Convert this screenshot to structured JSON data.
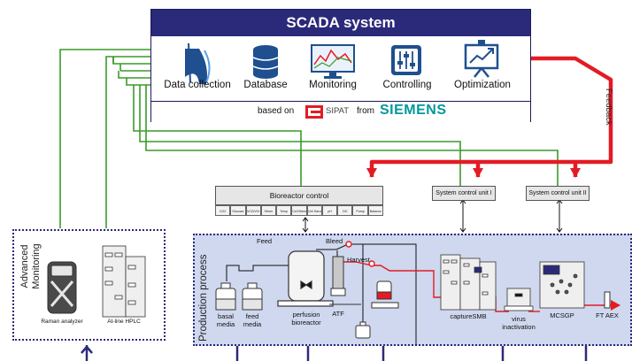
{
  "scada": {
    "title": "SCADA system",
    "steps": [
      {
        "label": "Data collection",
        "icon": "funnel-icon"
      },
      {
        "label": "Database",
        "icon": "database-icon"
      },
      {
        "label": "Monitoring",
        "icon": "monitor-chart-icon"
      },
      {
        "label": "Controlling",
        "icon": "sliders-icon"
      },
      {
        "label": "Optimization",
        "icon": "presentation-chart-icon"
      }
    ],
    "based_on": "based on",
    "sipat": "SIPAT",
    "from": "from",
    "siemens": "SIEMENS"
  },
  "feedback_label": "Feedback",
  "controls": {
    "bioreactor": "Bioreactor control",
    "bioreactor_cells": [
      "CO2",
      "Glucose",
      "VCD/VIV",
      "Stirrer",
      "Temp",
      "Cell Bleed",
      "Cell Harvest",
      "pH",
      "DO",
      "Pump",
      "Balance"
    ],
    "unit_1": "System control unit I",
    "unit_2": "System control unit II"
  },
  "production": {
    "title": "Production process",
    "feed": "Feed",
    "bleed": "Bleed",
    "harvest": "Harvest",
    "basal_media": "basal\nmedia",
    "feed_media": "feed\nmedia",
    "perfusion_bioreactor": "perfusion\nbioreactor",
    "atf": "ATF",
    "capture_smb": "captureSMB",
    "virus_inactivation": "virus\ninactivation",
    "mcsgp": "MCSGP",
    "ft_aex": "FT AEX"
  },
  "advanced": {
    "title": "Advanced\nMonitoring",
    "raman": "Raman analyzer",
    "hplc": "At-line HPLC"
  },
  "colors": {
    "scada_blue": "#2b2a7a",
    "green_line": "#3a9a2a",
    "feedback_red": "#e31b23",
    "panel_bg": "#cfd8ee",
    "siemens_teal": "#009999"
  }
}
